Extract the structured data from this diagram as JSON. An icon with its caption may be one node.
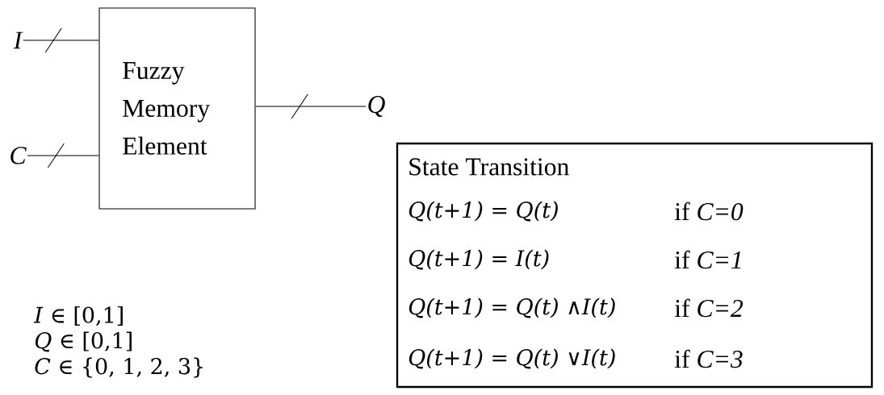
{
  "diagram": {
    "nodes": [
      {
        "text": [
          "I"
        ]
      },
      {
        "text": [
          "C"
        ]
      },
      {
        "text": [
          "Fuzzy Memory Element"
        ]
      },
      {
        "text": [
          "Q"
        ]
      },
      {
        "text": [
          "State Transition",
          "*Q(t+1)* = *Q(t)*",
          "if *C=0*",
          "*Q(t+1)* = *I(t)*",
          "if *C=1*",
          "*Q(t+1)* = *Q(t)* ∧*I(t)*",
          "if *C=2*",
          "*Q(t+1)* = *Q(t)* ∨*I(t)*",
          "if *C=3*"
        ]
      }
    ],
    "edges": [
      {
        "from": 0,
        "to": 2,
        "arrow": "none"
      },
      {
        "from": 1,
        "to": 2,
        "arrow": "none"
      },
      {
        "from": 2,
        "to": 3,
        "arrow": "none"
      }
    ],
    "labels": [
      "*I* ∈ [0,1]",
      "*Q* ∈ [0,1]",
      "*C* ∈ {0, 1, 2, 3}"
    ]
  }
}
